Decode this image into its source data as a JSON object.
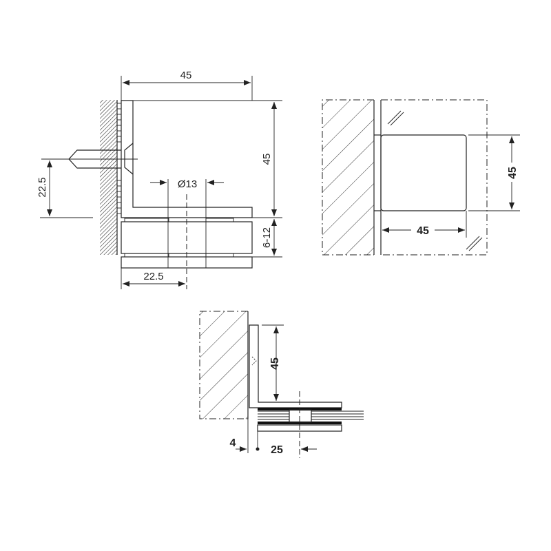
{
  "figure": {
    "title": "Glass-to-wall clamp technical drawing",
    "background": "#ffffff",
    "line_color": "#222222"
  },
  "views": {
    "side_view": {
      "dims": {
        "width_top": "45",
        "height_right": "45",
        "screw_height": "22.5",
        "hole_diameter": "Ø13",
        "glass_thickness": "6-12",
        "hole_offset": "22.5"
      }
    },
    "front_view": {
      "dims": {
        "height": "45",
        "width": "45"
      }
    },
    "top_view": {
      "dims": {
        "height": "45",
        "wall_gap": "4",
        "hole_offset": "25"
      }
    }
  }
}
